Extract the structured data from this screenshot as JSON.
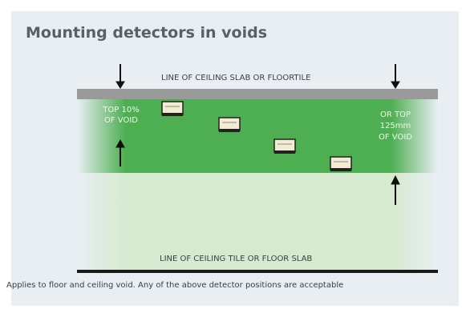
{
  "title": "Mounting detectors in voids",
  "top_line_label": "LINE OF CEILING SLAB OR FLOORTILE",
  "bottom_line_label": "LINE OF CEILING TILE OR FLOOR SLAB",
  "left_zone_label": [
    "TOP 10%",
    "OF VOID"
  ],
  "right_zone_label": [
    "OR TOP",
    "125mm",
    "OF VOID"
  ],
  "caption": "Applies to floor and ceiling void. Any of the above detector positions are acceptable",
  "detector_count": 4,
  "colors": {
    "ceiling_bar": "#9a9a9a",
    "void_band": "#4eaf52",
    "void_light": "#cfe6c6",
    "floor_line": "#1a1a1a",
    "detector_body": "#f4ecd2",
    "detector_outline": "#222222"
  },
  "icons": [
    "arrow-down-icon",
    "arrow-up-icon",
    "smoke-detector-icon"
  ]
}
